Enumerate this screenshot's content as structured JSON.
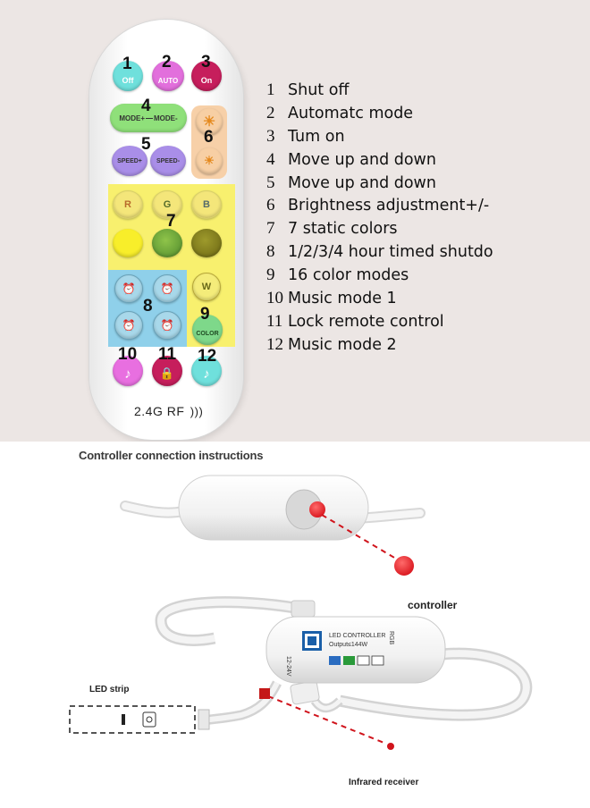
{
  "remote": {
    "buttons": [
      {
        "num": "1",
        "label": "Off"
      },
      {
        "num": "2",
        "label": "AUTO"
      },
      {
        "num": "3",
        "label": "On"
      },
      {
        "num": "4",
        "label_left": "MODE+",
        "label_right": "MODE-"
      },
      {
        "num": "5",
        "label_left": "SPEED+",
        "label_right": "SPEED-"
      },
      {
        "num": "6"
      },
      {
        "num": "7",
        "r": "R",
        "g": "G",
        "b": "B"
      },
      {
        "num": "8"
      },
      {
        "num": "9",
        "w": "W",
        "color": "COLOR"
      },
      {
        "num": "10"
      },
      {
        "num": "11"
      },
      {
        "num": "12"
      }
    ],
    "brand": "2.4G RF"
  },
  "legend": [
    {
      "num": "1",
      "text": "Shut off"
    },
    {
      "num": "2",
      "text": "Automatc mode"
    },
    {
      "num": "3",
      "text": "Tum on"
    },
    {
      "num": "4",
      "text": "Move up and down"
    },
    {
      "num": "5",
      "text": "Move up and down"
    },
    {
      "num": "6",
      "text": "Brightness adjustment+/-"
    },
    {
      "num": "7",
      "text": "7 static colors"
    },
    {
      "num": "8",
      "text": "1/2/3/4 hour timed shutdo"
    },
    {
      "num": "9",
      "text": "16 color modes"
    },
    {
      "num": "10",
      "text": "Music mode 1"
    },
    {
      "num": "11",
      "text": "Lock remote control"
    },
    {
      "num": "12",
      "text": "Music mode 2"
    }
  ],
  "connection": {
    "title": "Controller connection instructions",
    "controller_label": "controller",
    "led_strip_label": "LED strip",
    "receiver_label": "Infrared receiver",
    "device": {
      "line1": "LED CONTROLLER",
      "line2": "Output≤144W",
      "voltage": "12-24V",
      "rgb": "RGB"
    }
  }
}
